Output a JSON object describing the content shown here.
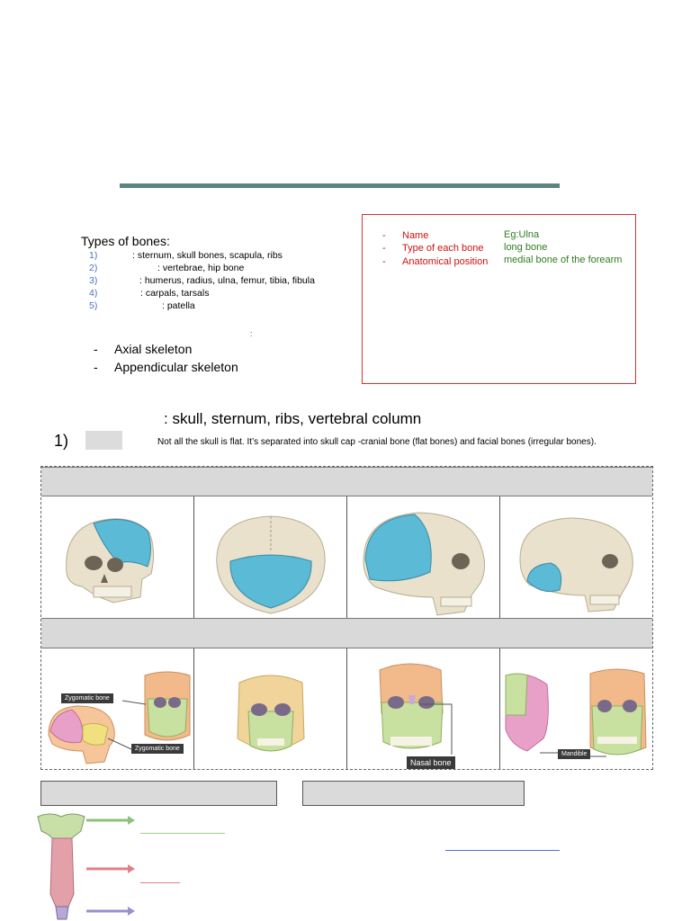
{
  "types": {
    "title": "Types of bones:",
    "items": [
      {
        "num": "1)",
        "text": ": sternum, skull bones, scapula, ribs"
      },
      {
        "num": "2)",
        "text": ": vertebrae, hip bone"
      },
      {
        "num": "3)",
        "text": ": humerus, radius, ulna, femur, tibia, fibula"
      },
      {
        "num": "4)",
        "text": ": carpals, tarsals"
      },
      {
        "num": "5)",
        "text": ": patella"
      }
    ]
  },
  "divisions": {
    "colon": ":",
    "items": [
      "Axial skeleton",
      "Appendicular skeleton"
    ],
    "dash": "-"
  },
  "requirements": {
    "dash": "-",
    "rows": [
      {
        "label": "Name",
        "example": "Eg:Ulna"
      },
      {
        "label": "Type of each bone",
        "example": "long bone"
      },
      {
        "label": "Anatomical position",
        "example": "medial bone of the forearm"
      }
    ]
  },
  "axial": {
    "line": ": skull, sternum, ribs, vertebral column",
    "section_num": "1)",
    "note": "Not all the skull is flat. It’s separated into skull cap -cranial bone (flat bones) and facial bones (irregular bones)."
  },
  "facial_labels": {
    "zygomatic_top": "Zygomatic bone",
    "zygomatic_bottom": "Zygomatic bone",
    "nasal": "Nasal bone",
    "mandible": "Mandible"
  },
  "colors": {
    "rule": "#5c8581",
    "red": "#d01010",
    "green": "#2f7d1f",
    "highlight_blue": "#5bbad6",
    "bone": "#e9e1cc"
  }
}
